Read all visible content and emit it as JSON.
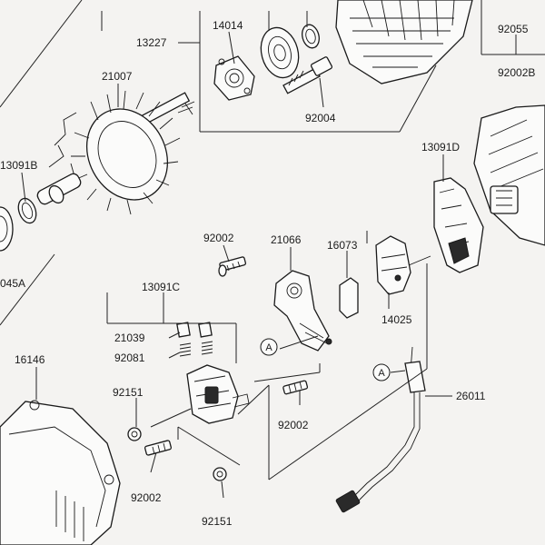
{
  "callouts": {
    "c13227": "13227",
    "c14014": "14014",
    "c92055": "92055",
    "c92002B": "92002B",
    "c21007": "21007",
    "c92004": "92004",
    "c13091B": "13091B",
    "c13091D": "13091D",
    "c045A": "045A",
    "c92002_top": "92002",
    "c21066": "21066",
    "c16073": "16073",
    "c13091C": "13091C",
    "c14025": "14025",
    "c21039": "21039",
    "c92081": "92081",
    "c16146": "16146",
    "c92151_left": "92151",
    "c26011": "26011",
    "c92002_mid": "92002",
    "c92002_bottom": "92002",
    "c92151_bottom": "92151",
    "refA1": "A",
    "refA2": "A"
  }
}
